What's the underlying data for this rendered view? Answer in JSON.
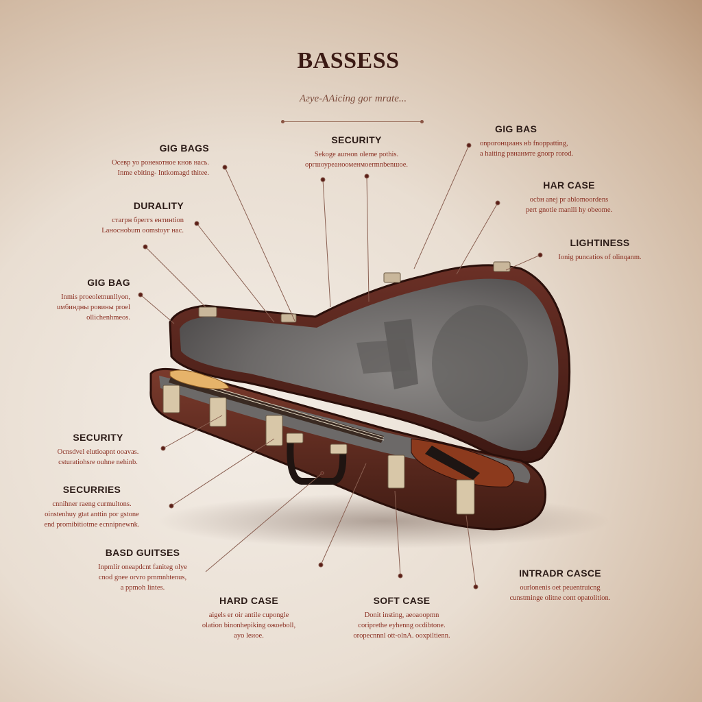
{
  "title": "BASSESS",
  "subtitle": "Aгуе-AAicing gor mrate...",
  "callouts": [
    {
      "id": "gig-bags-top-left",
      "heading": "GIG BAGS",
      "desc": [
        "Осевр уо ронекотное кнов нась.",
        "Inme ebiting- Intkomagd thitee."
      ]
    },
    {
      "id": "durality",
      "heading": "DURALITY",
      "desc": [
        "стагрн бреггs ентинtion",
        "Lаносноbum oomstoyг нас."
      ]
    },
    {
      "id": "gig-bag",
      "heading": "GIG BAG",
      "desc": [
        "Inmis proeoletnunllyon,",
        "uмбиндны ровины proel",
        "ollichenhmeos."
      ]
    },
    {
      "id": "security-top",
      "heading": "SECURITY",
      "desc": [
        "Sekoge aurнon oleme pothis.",
        "оргшоуреанооменмоеrmnbenшое."
      ]
    },
    {
      "id": "gig-bas",
      "heading": "GIG BAS",
      "desc": [
        "onрогонцианs нb fnoрpatting,",
        "a haiting рвнанмте gnorp rorod."
      ]
    },
    {
      "id": "har-case",
      "heading": "HAR CASE",
      "desc": [
        "ocbн anej pr ablomoordens",
        "pert gnotie manlli hy оbeome."
      ]
    },
    {
      "id": "lightiness",
      "heading": "LIGHTINESS",
      "desc": [
        "Ionig puncatios of olinqanm."
      ]
    },
    {
      "id": "security-left",
      "heading": "SECURITY",
      "desc": [
        "Ocnsdvel elutioapnt ooavas.",
        "csturatiohsre ouhne nehinb."
      ]
    },
    {
      "id": "securiries",
      "heading": "SECURRIES",
      "desc": [
        "cnnihner raeng curmultons.",
        "oinstenhuy gtat anttin рor gstone",
        "end promibitiotme ecnnipnewnk."
      ]
    },
    {
      "id": "basd-guitses",
      "heading": "BASD GUITSES",
      "desc": [
        "Inpmlir oneapdcnt faniteg olye",
        "cnod gnee orvro prnmnhtenus,",
        "a рpmoh lintes."
      ]
    },
    {
      "id": "hard-case",
      "heading": "HARD CASE",
      "desc": [
        "aigels еr oir antile cupongle",
        "olation binonhepiking ожoeboll,",
        "ayo leиое."
      ]
    },
    {
      "id": "soft-case",
      "heading": "SOFT CASE",
      "desc": [
        "Donit insting, aeoaoopmn",
        "coriprethe eyhenng ocdibtone.",
        "oropecnnnl ott-olnA. ooxpiltienn."
      ]
    },
    {
      "id": "intradr-casce",
      "heading": "INTRADR CASCE",
      "desc": [
        "ourlonenis oet peuentruicng",
        "cunstminge оlitne сопt оpatolition."
      ]
    }
  ],
  "colors": {
    "heading": "#2b1b17",
    "description": "#8a2f22",
    "leader_line": "#8a6052",
    "leader_dot": "#5b1f18",
    "case_shell": "#5a2a22",
    "case_lining": "#6e6b6a"
  },
  "illustration": {
    "subject": "open bass guitar hard case with grey plush lining and a bass guitar inside",
    "icon": "guitar-case-icon"
  }
}
